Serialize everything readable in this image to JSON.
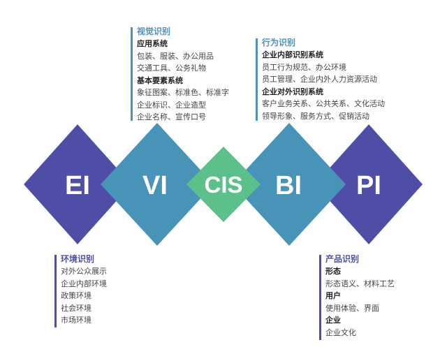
{
  "diamonds": {
    "ei": {
      "label": "EI",
      "color": "#4f4ea6"
    },
    "vi": {
      "label": "VI",
      "color": "#4794b8"
    },
    "cis": {
      "label": "CIS",
      "color": "#5cc08a"
    },
    "bi": {
      "label": "BI",
      "color": "#4794b8"
    },
    "pi": {
      "label": "PI",
      "color": "#4f4ea6"
    }
  },
  "vi_block": {
    "title": "视觉识别",
    "title_color": "#4a90c2",
    "bar_color": "#4a90c2",
    "sub1": "应用系统",
    "sub1_items": [
      "包装、服装、办公用品",
      "交通工具、公务礼物"
    ],
    "sub2": "基本要素系统",
    "sub2_items": [
      "象征图案、标准色、标准字",
      "企业标识、企业造型",
      "企业名称、宣传口号"
    ]
  },
  "bi_block": {
    "title": "行为识别",
    "title_color": "#4a90c2",
    "bar_color": "#4a90c2",
    "sub1": "企业内部识别系统",
    "sub1_items": [
      "员工行为规范、办公环境",
      "员工管理、企业内外人力资源活动"
    ],
    "sub2": "企业对外识别系统",
    "sub2_items": [
      "客户业务关系、公共关系、文化活动",
      "领导形象、服务方式、促销活动"
    ]
  },
  "ei_block": {
    "title": "环境识别",
    "title_color": "#4f4ea6",
    "bar_color": "#4f4ea6",
    "items": [
      "对外公众展示",
      "企业内部环境",
      "政策环境",
      "社会环境",
      "市场环境"
    ]
  },
  "pi_block": {
    "title": "产品识别",
    "title_color": "#4f4ea6",
    "bar_color": "#4f4ea6",
    "sub1": "形态",
    "sub1_items": [
      "形态语义、材料工艺"
    ],
    "sub2": "用户",
    "sub2_items": [
      "使用体验、界面"
    ],
    "sub3": "企业",
    "sub3_items": [
      "企业文化"
    ]
  }
}
